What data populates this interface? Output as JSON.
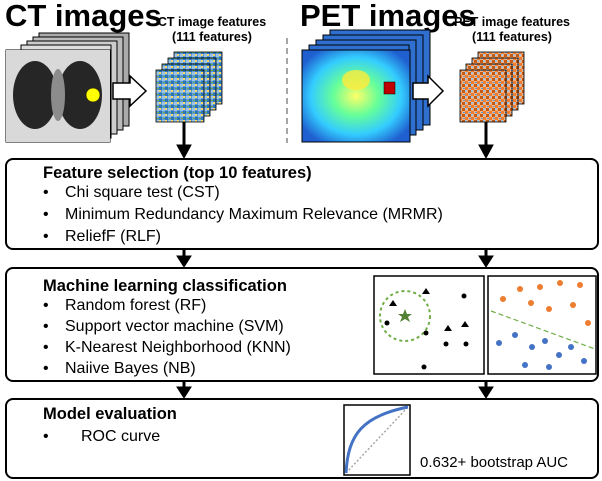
{
  "top": {
    "ct_title": "CT images",
    "pet_title": "PET images",
    "ct_features_line1": "CT image features",
    "ct_features_line2": "(111 features)",
    "pet_features_line1": "PET image features",
    "pet_features_line2": "(111 features)"
  },
  "feature_selection": {
    "title": "Feature selection (top 10 features)",
    "bullet": "•",
    "items": [
      "Chi square test (CST)",
      "Minimum Redundancy Maximum Relevance (MRMR)",
      "ReliefF (RLF)"
    ]
  },
  "classification": {
    "title": "Machine learning classification",
    "bullet": "•",
    "items": [
      "Random forest (RF)",
      "Support vector machine (SVM)",
      "K-Nearest Neighborhood (KNN)",
      "Naiive Bayes (NB)"
    ]
  },
  "evaluation": {
    "title": "Model evaluation",
    "bullet": "•",
    "items": [
      "ROC curve"
    ],
    "auc_label": "0.632+ bootstrap AUC"
  },
  "colors": {
    "orange_points": "#ed7d31",
    "blue_points": "#4472c4",
    "knn_circle": "#70ad47",
    "roc_curve": "#4472c4",
    "roc_diagonal": "#a6a6a6"
  }
}
